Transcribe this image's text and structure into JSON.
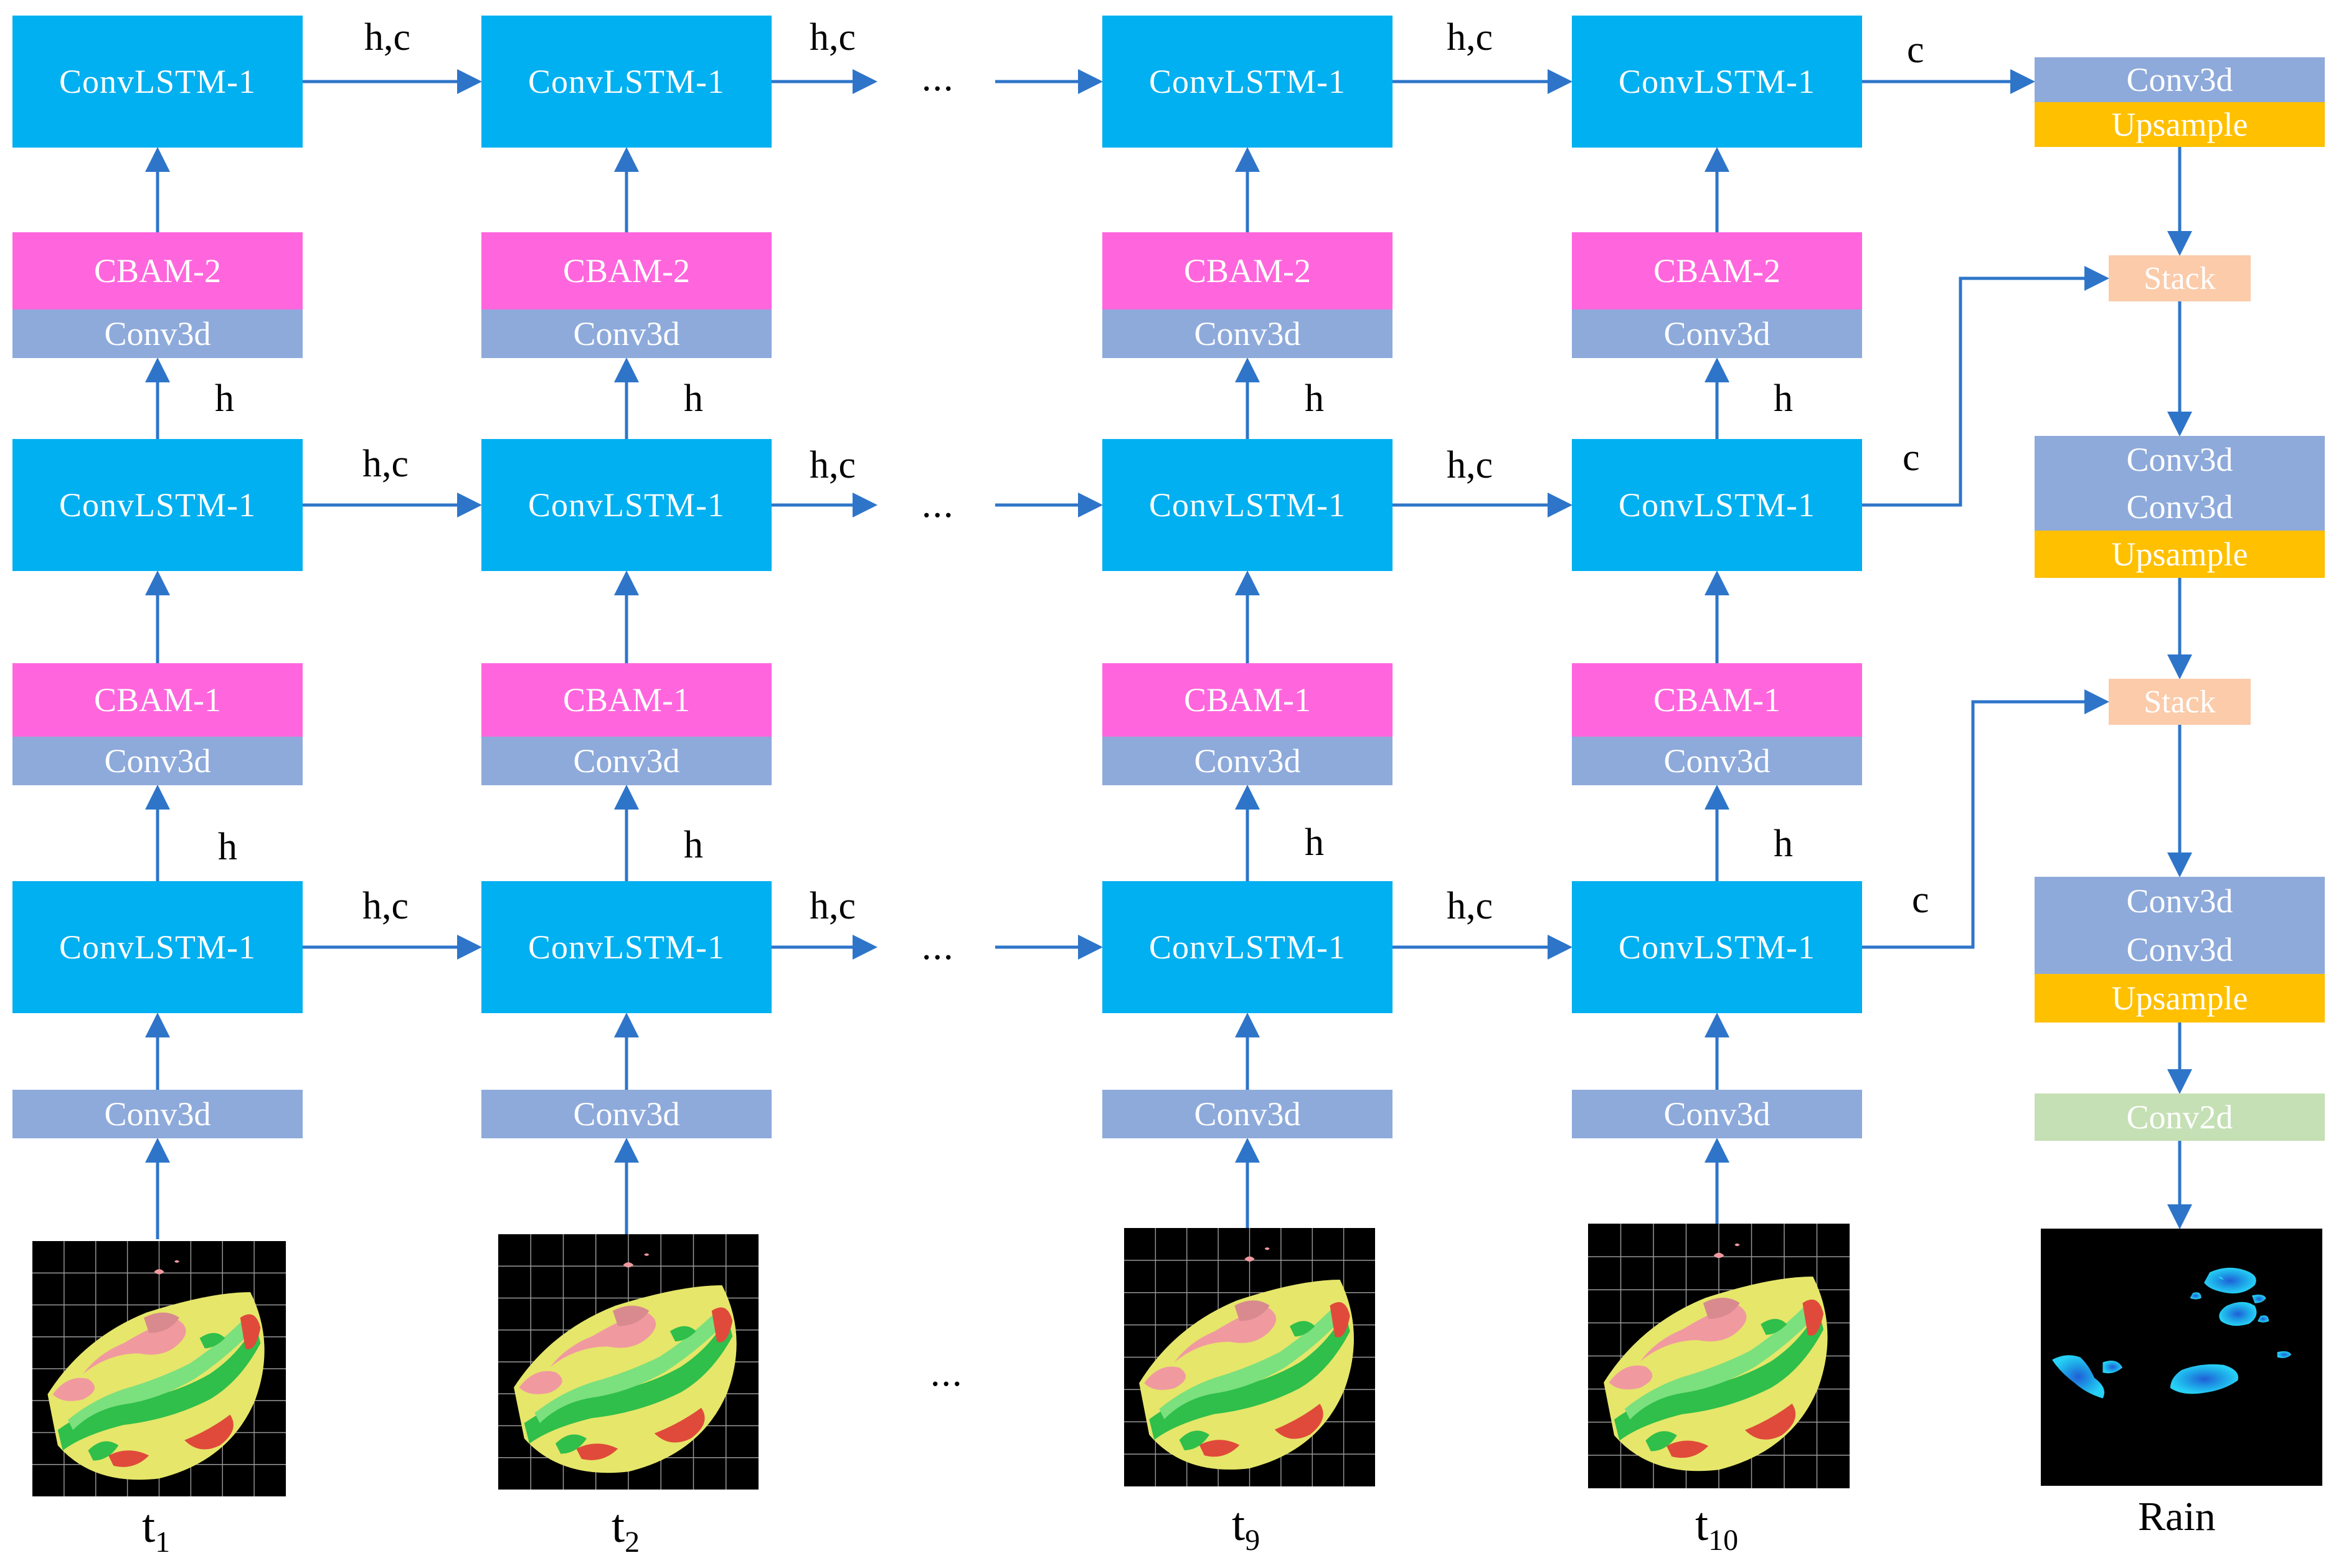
{
  "columns": [
    {
      "id": "t1",
      "t_base": "t",
      "t_sub": "1"
    },
    {
      "id": "t2",
      "t_base": "t",
      "t_sub": "2"
    },
    {
      "id": "t9",
      "t_base": "t",
      "t_sub": "9"
    },
    {
      "id": "t10",
      "t_base": "t",
      "t_sub": "10"
    }
  ],
  "labels": {
    "convlstm": "ConvLSTM-1",
    "cbam_top": "CBAM-2",
    "cbam_mid": "CBAM-1",
    "conv3d": "Conv3d",
    "upsample": "Upsample",
    "stack": "Stack",
    "conv2d": "Conv2d",
    "hc": "h,c",
    "h": "h",
    "c": "c",
    "ellipsis": "...",
    "output": "Rain"
  },
  "colors": {
    "convlstm": "#00b0f0",
    "cbam": "#ff66dd",
    "conv3d": "#8eaadb",
    "upsample": "#ffc000",
    "stack": "#fbcbaa",
    "conv2d": "#c5e0b4",
    "arrow": "#2e75c9"
  },
  "icons": {
    "input_frames": "radar-echo-image",
    "output_frame": "rain-map-image"
  }
}
